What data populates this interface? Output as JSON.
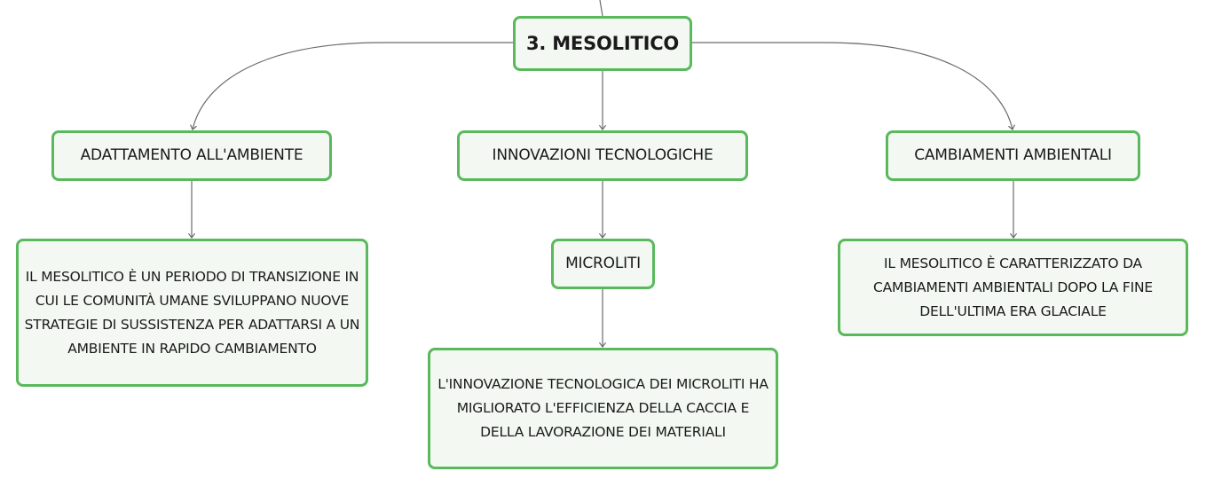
{
  "root": {
    "label": "3. MESOLITICO"
  },
  "branches": [
    {
      "heading": "ADATTAMENTO ALL'AMBIENTE",
      "description": "IL MESOLITICO È UN PERIODO DI TRANSIZIONE IN CUI LE COMUNITÀ UMANE SVILUPPANO NUOVE STRATEGIE DI SUSSISTENZA PER ADATTARSI A UN AMBIENTE IN RAPIDO CAMBIAMENTO"
    },
    {
      "heading": "INNOVAZIONI TECNOLOGICHE",
      "subtopic": "MICROLITI",
      "description": "L'INNOVAZIONE TECNOLOGICA DEI MICROLITI HA MIGLIORATO L'EFFICIENZA DELLA CACCIA E DELLA LAVORAZIONE DEI MATERIALI"
    },
    {
      "heading": "CAMBIAMENTI AMBIENTALI",
      "description": "IL MESOLITICO È CARATTERIZZATO DA CAMBIAMENTI AMBIENTALI DOPO LA FINE DELL'ULTIMA ERA GLACIALE"
    }
  ],
  "colors": {
    "node_border": "#59b95c",
    "node_fill": "#f3f9f2",
    "connector": "#6b6b6b",
    "text": "#1a1a1a"
  }
}
